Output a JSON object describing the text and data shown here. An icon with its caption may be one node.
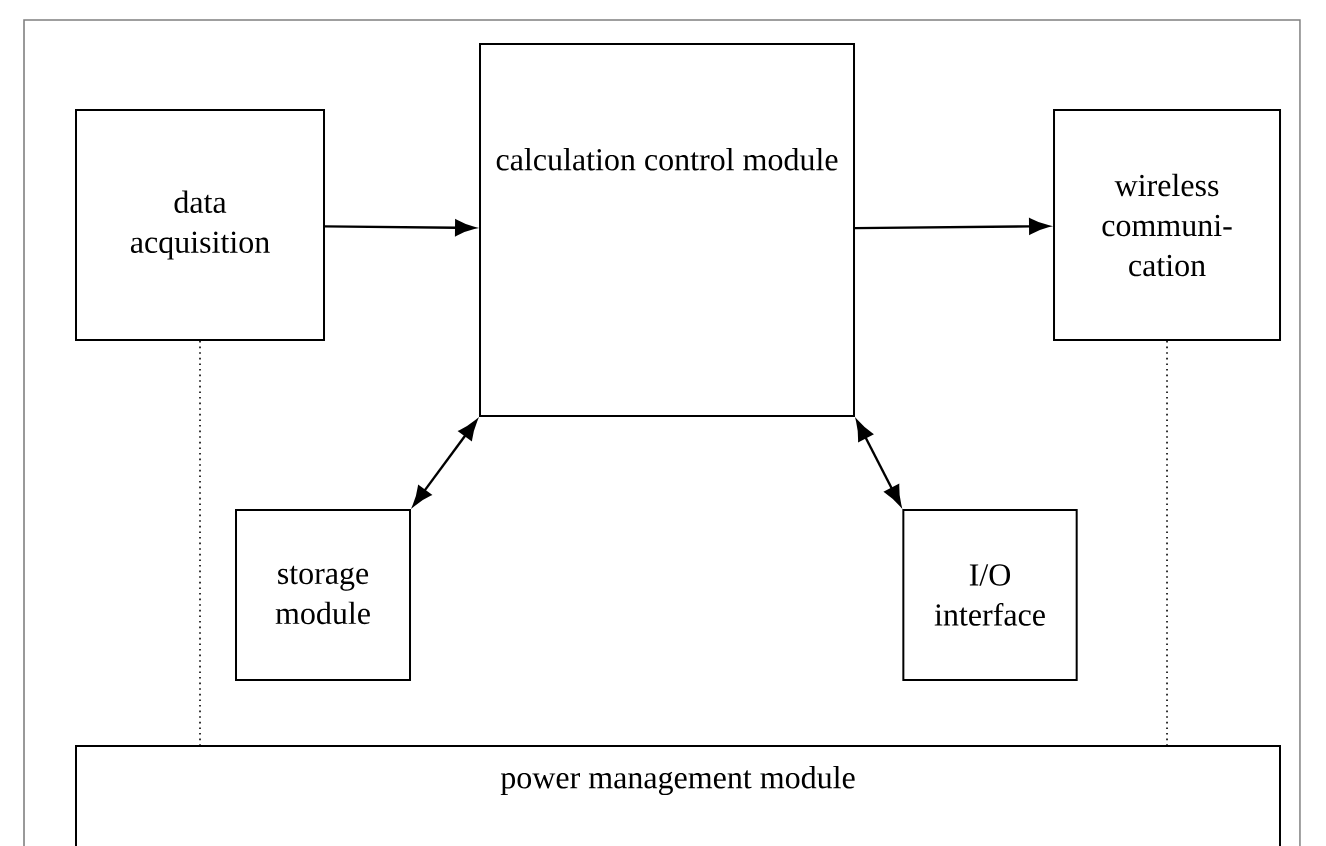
{
  "diagram": {
    "nodes": [
      {
        "text": [
          "data acquisition"
        ]
      },
      {
        "text": [
          "calculation control module"
        ]
      },
      {
        "text": [
          "wireless communi-cation"
        ]
      },
      {
        "text": [
          "storage module"
        ]
      },
      {
        "text": [
          "I/O interface"
        ]
      },
      {
        "text": [
          "power management module"
        ]
      }
    ],
    "edges": [
      {
        "from": 0,
        "to": 1,
        "arrow": "to"
      },
      {
        "from": 1,
        "to": 2,
        "arrow": "to"
      },
      {
        "from": 3,
        "to": 1,
        "arrow": "both"
      },
      {
        "from": 4,
        "to": 1,
        "arrow": "both"
      },
      {
        "from": 0,
        "to": 5,
        "arrow": "none",
        "style": "dashed"
      },
      {
        "from": 2,
        "to": 5,
        "arrow": "none",
        "style": "dashed"
      }
    ]
  }
}
